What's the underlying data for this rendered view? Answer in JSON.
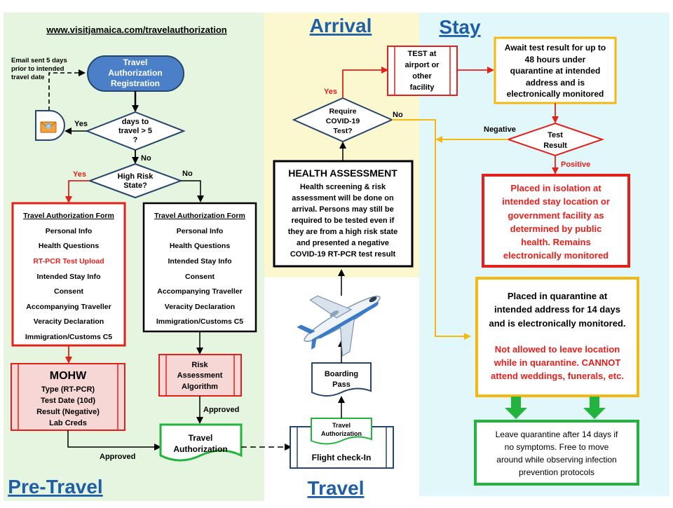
{
  "sections": {
    "pre_travel": "Pre-Travel",
    "arrival": "Arrival",
    "stay": "Stay",
    "travel": "Travel"
  },
  "colors": {
    "pre_travel_bg": "#e5f5df",
    "arrival_bg": "#fbf8cf",
    "stay_bg": "#e2f7fa",
    "travel_bg": "#ffffff",
    "red": "#e3201b",
    "orange": "#f3b812",
    "green": "#22b43c",
    "navy": "#26456e",
    "pink_fill": "#f7d6d6",
    "registration_fill": "#4b80c8"
  },
  "website": "www.visitjamaica.com/travelauthorization",
  "email_note": [
    "Email sent 5 days",
    "prior to intended",
    "travel date"
  ],
  "registration": [
    "Travel",
    "Authorization",
    "Registration"
  ],
  "decision_days": [
    "days to",
    "travel > 5",
    "?"
  ],
  "decision_high_risk": [
    "High Risk",
    "State?"
  ],
  "labels": {
    "yes": "Yes",
    "no": "No",
    "approved": "Approved",
    "negative": "Negative",
    "positive": "Positive"
  },
  "form_high_risk": {
    "title": "Travel Authorization  Form",
    "items": [
      "Personal Info",
      "Health Questions",
      "RT-PCR Test Upload",
      "Intended  Stay Info",
      "Consent",
      "Accompanying Traveller",
      "Veracity Declaration",
      "Immigration/Customs  C5"
    ]
  },
  "form_low_risk": {
    "title": "Travel Authorization  Form",
    "items": [
      "Personal Info",
      "Health Questions",
      "Intended  Stay Info",
      "Consent",
      "Accompanying Traveller",
      "Veracity Declaration",
      "Immigration/Customs  C5"
    ]
  },
  "mohw": {
    "title": "MOHW",
    "lines": [
      "Type (RT-PCR)",
      "Test Date (10d)",
      "Result (Negative)",
      "Lab Creds"
    ]
  },
  "risk_algorithm": [
    "Risk",
    "Assessment",
    "Algorithm"
  ],
  "travel_authorization": [
    "Travel",
    "Authorization"
  ],
  "flight_checkin": {
    "card": [
      "Travel",
      "Authorization"
    ],
    "label": "Flight  check-In"
  },
  "boarding_pass": [
    "Boarding",
    "Pass"
  ],
  "health_assessment": {
    "title": "HEALTH ASSESSMENT",
    "lines": [
      "Health screening & risk",
      "assessment will be done on",
      "arrival. Persons may still be",
      "required to be tested even if",
      "they are from a high risk state",
      "and presented a negative",
      "COVID-19  RT-PCR test result"
    ]
  },
  "decision_covid": [
    "Require",
    "COVID-19",
    "Test?"
  ],
  "test_location": [
    "TEST  at",
    "airport or",
    "other",
    "facility"
  ],
  "await_result": [
    "Await test result for up to",
    "48 hours under",
    "quarantine at intended",
    "address and is",
    "electronically monitored"
  ],
  "decision_result": [
    "Test",
    "Result"
  ],
  "isolation": [
    "Placed in isolation at",
    "intended stay location or",
    "government facility as",
    "determined by public",
    "health. Remains",
    "electronically monitored"
  ],
  "quarantine": {
    "lines": [
      "Placed in quarantine at",
      "intended address for 14 days",
      "and is electronically monitored."
    ],
    "warning": [
      "Not allowed to leave location",
      "while in quarantine. CANNOT",
      "attend weddings, funerals, etc."
    ]
  },
  "leave_quarantine": [
    "Leave quarantine after 14 days if",
    "no symptoms. Free to move",
    "around while observing infection",
    "prevention protocols"
  ]
}
